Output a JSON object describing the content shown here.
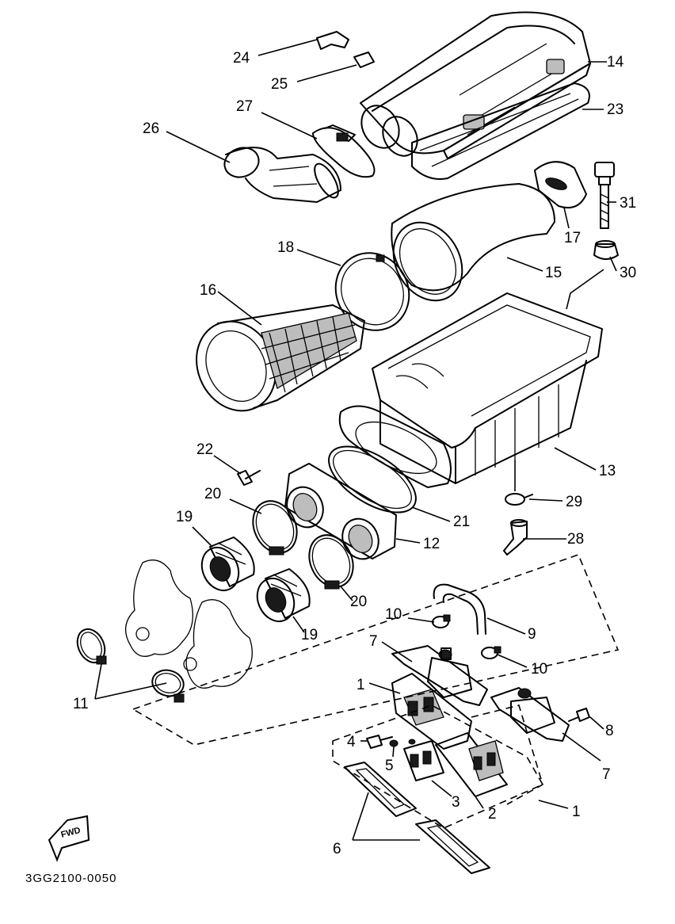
{
  "labels": {
    "p1": "1",
    "p1b": "1",
    "p2": "2",
    "p3": "3",
    "p4": "4",
    "p5": "5",
    "p6": "6",
    "p7": "7",
    "p7b": "7",
    "p8": "8",
    "p9": "9",
    "p10": "10",
    "p10b": "10",
    "p11": "11",
    "p12": "12",
    "p13": "13",
    "p14": "14",
    "p15": "15",
    "p16": "16",
    "p17": "17",
    "p18": "18",
    "p19": "19",
    "p19b": "19",
    "p20": "20",
    "p20b": "20",
    "p21": "21",
    "p22": "22",
    "p23": "23",
    "p24": "24",
    "p25": "25",
    "p26": "26",
    "p27": "27",
    "p28": "28",
    "p29": "29",
    "p30": "30",
    "p31": "31"
  },
  "fwd_label": "FWD",
  "diagram_code": "3GG2100-0050",
  "icons": {
    "direction": "fwd-arrow-icon"
  }
}
